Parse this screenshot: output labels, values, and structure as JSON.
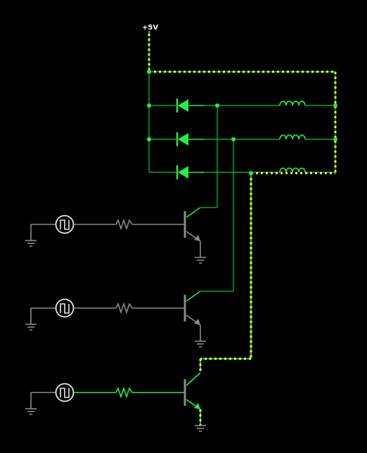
{
  "supply": {
    "label": "+5V"
  },
  "colors": {
    "background": "#000000",
    "wire_active": "#22ee44",
    "wire": "#00aa1e",
    "current_flow": "#ffff33",
    "component_inactive": "#8a8a8a",
    "component_active": "#22ee44"
  },
  "components": {
    "voltage_source": "+5V supply",
    "diodes": 3,
    "inductors": 3,
    "transistors": 3,
    "resistors": 3,
    "square_wave_sources": 3,
    "grounds": 6
  }
}
